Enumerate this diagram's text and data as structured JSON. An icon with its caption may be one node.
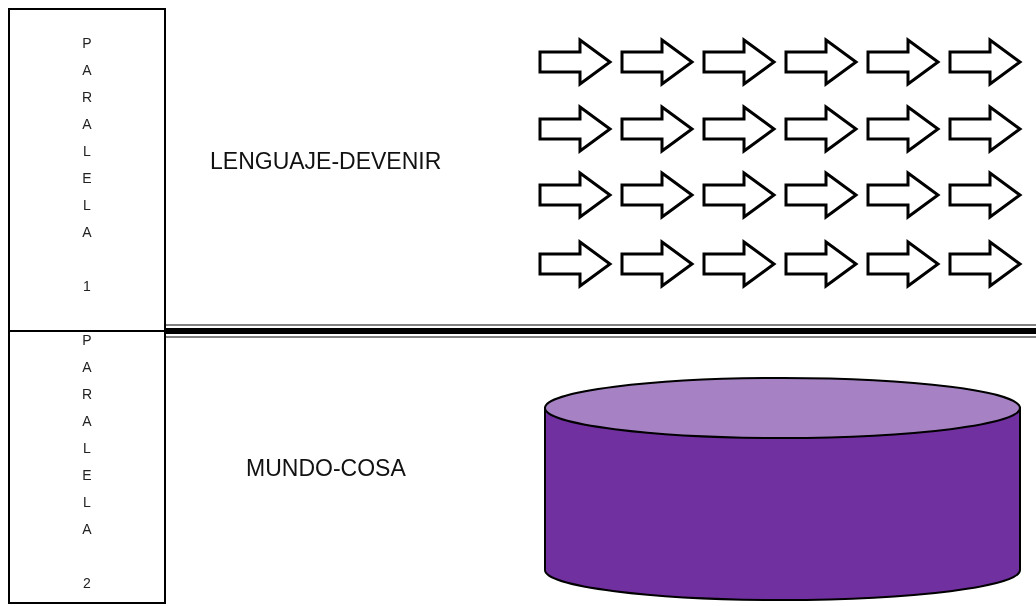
{
  "diagram": {
    "nodes": [
      {
        "text": [
          "PARALELA 1"
        ]
      },
      {
        "text": [
          "PARALELA 2"
        ]
      },
      {
        "text": [],
        "shape": "cylinder"
      }
    ],
    "labels": [
      "LENGUAJE-DEVENIR",
      "MUNDO-COSA"
    ]
  }
}
